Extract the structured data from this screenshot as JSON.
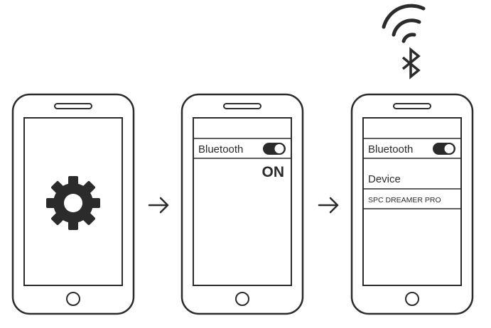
{
  "phone2": {
    "bluetooth_label": "Bluetooth",
    "status": "ON"
  },
  "phone3": {
    "bluetooth_label": "Bluetooth",
    "device_header": "Device",
    "device_name": "SPC DREAMER PRO"
  },
  "icons": [
    "gear-icon",
    "arrow-right-icon",
    "wifi-icon",
    "bluetooth-icon",
    "toggle-switch-icon"
  ],
  "colors": {
    "stroke": "#2b2b2b",
    "background": "#ffffff"
  }
}
